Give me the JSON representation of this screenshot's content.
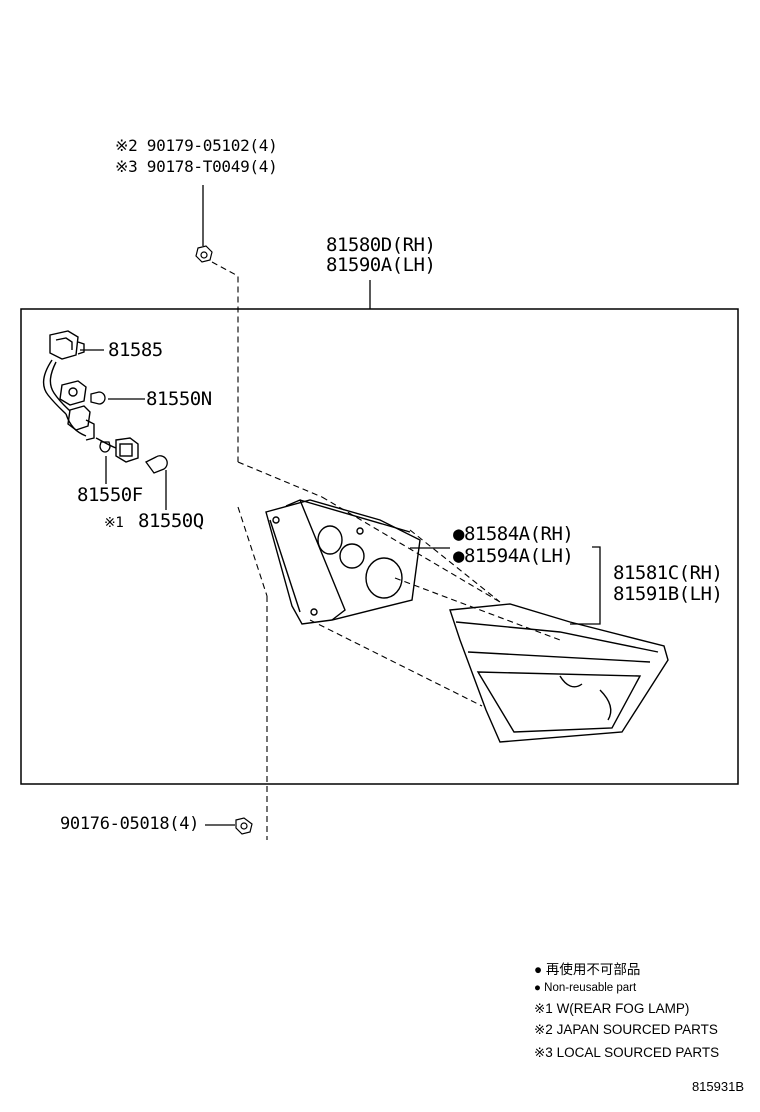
{
  "labels": {
    "screw_upper_jp": "※2 90179-05102(4)",
    "screw_upper_local": "※3 90178-T0049(4)",
    "lamp_assy_rh": "81580D(RH)",
    "lamp_assy_lh": "81590A(LH)",
    "wire": "81585",
    "bulb_n": "81550N",
    "bulb_f": "81550F",
    "bulb_q_mark": "※1",
    "bulb_q": "81550Q",
    "gasket_rh": "●81584A(RH)",
    "gasket_lh": "●81594A(LH)",
    "lens_rh": "81581C(RH)",
    "lens_lh": "81591B(LH)",
    "screw_lower": "90176-05018(4)"
  },
  "legend": {
    "item1_jp": "● 再使用不可部品",
    "item1_en": "● Non-reusable part",
    "item2": "※1  W(REAR FOG LAMP)",
    "item3": "※2 JAPAN SOURCED PARTS",
    "item4": "※3 LOCAL SOURCED PARTS"
  },
  "drawing_id": "815931B"
}
